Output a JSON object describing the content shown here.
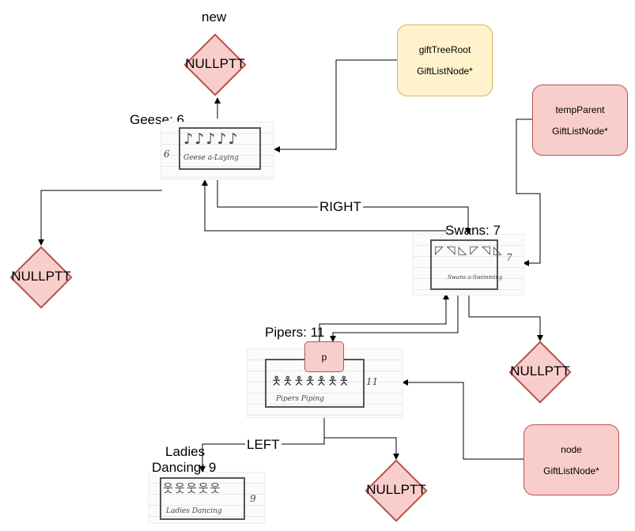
{
  "nodes": {
    "geese": {
      "label": "Geese: 6",
      "caption": "Geese a-Laying",
      "num": "6",
      "glyphs": "♪♪♪♪♪"
    },
    "swans": {
      "label": "Swans: 7",
      "caption": "Swans a-Swimming",
      "num": "7",
      "glyphs": "◸◹◺◸◹◺"
    },
    "pipers": {
      "label": "Pipers: 11",
      "caption": "Pipers Piping",
      "num": "11",
      "glyphs": "🯅🯅🯅🯅🯅🯅🯅"
    },
    "ladies": {
      "label_line1": "Ladies",
      "label_line2": "Dancing: 9",
      "caption": "Ladies Dancing",
      "num": "9",
      "glyphs": "웃웃웃웃웃"
    }
  },
  "null_label": "NULLPTT",
  "new_label": "new",
  "edge_labels": {
    "right": "RIGHT",
    "left": "LEFT"
  },
  "pointers": {
    "gift_tree_root": {
      "name": "giftTreeRoot",
      "type": "GiftListNode*"
    },
    "temp_parent": {
      "name": "tempParent",
      "type": "GiftListNode*"
    },
    "node": {
      "name": "node",
      "type": "GiftListNode*"
    },
    "p": {
      "name": "p"
    }
  },
  "colors": {
    "null_fill": "#f8cecc",
    "null_stroke": "#b85450",
    "root_fill": "#fff2cc",
    "root_stroke": "#d6b656",
    "edge": "#000000"
  }
}
